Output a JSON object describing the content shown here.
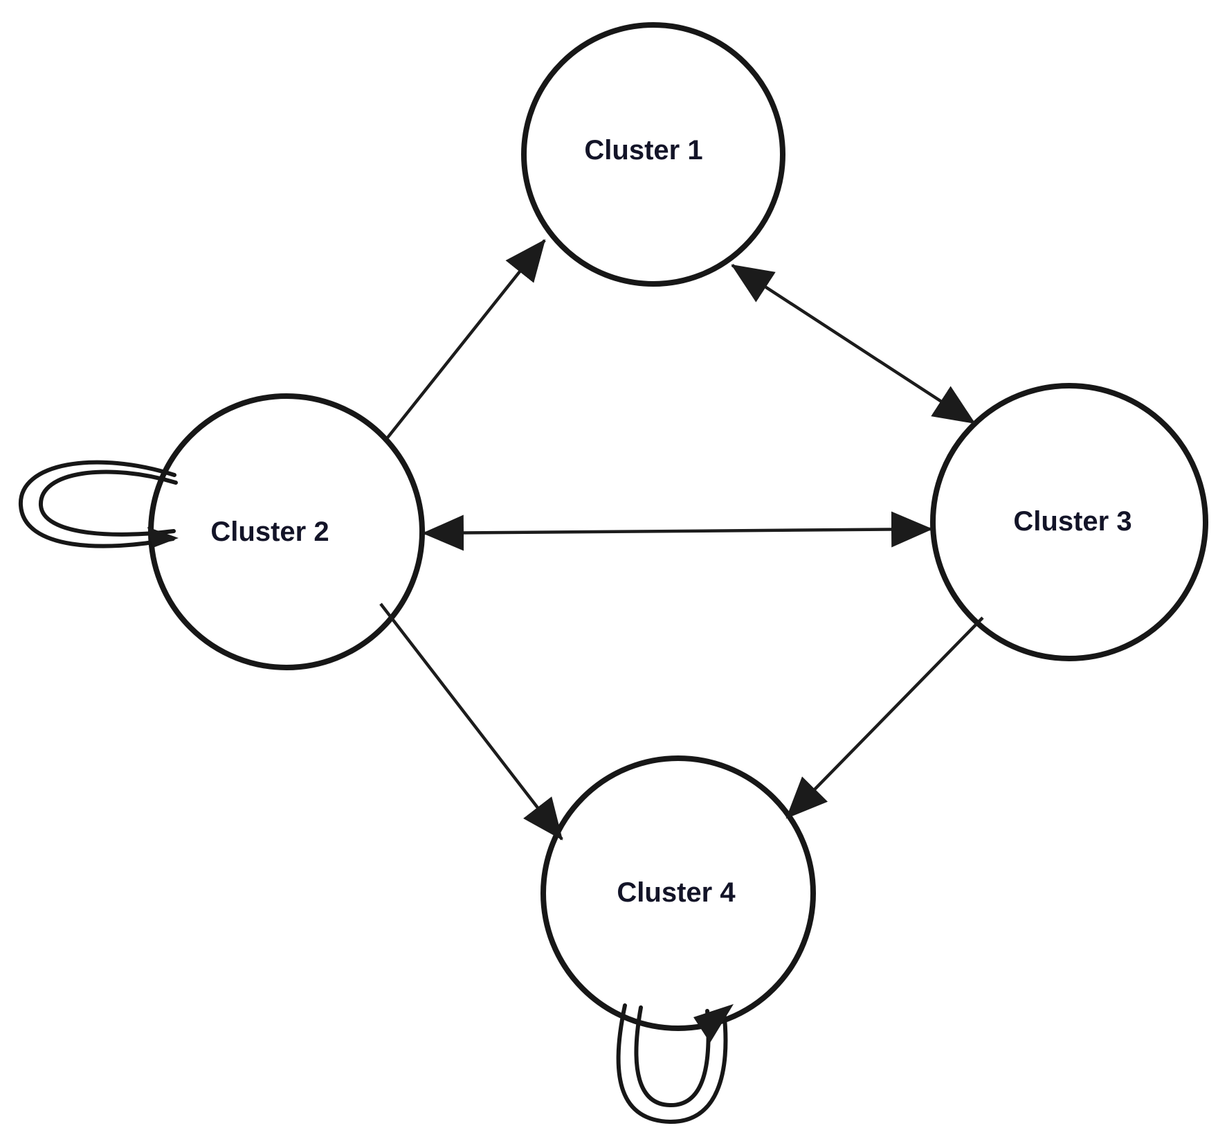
{
  "figure": {
    "type": "node-link-diagram",
    "background_color": "#ffffff",
    "node_fill_color": "#ffffff",
    "node_border_color": "#171717",
    "edge_color": "#1b1b1b",
    "label_color": "#131428",
    "nodes": [
      {
        "id": "cluster-1",
        "label": "Cluster 1",
        "position": "top-center"
      },
      {
        "id": "cluster-2",
        "label": "Cluster 2",
        "position": "middle-left"
      },
      {
        "id": "cluster-3",
        "label": "Cluster 3",
        "position": "middle-right"
      },
      {
        "id": "cluster-4",
        "label": "Cluster 4",
        "position": "bottom-center"
      }
    ],
    "edges": [
      {
        "from": "Cluster 2",
        "to": "Cluster 1",
        "type": "directed"
      },
      {
        "from": "Cluster 1",
        "to": "Cluster 3",
        "type": "bidirectional"
      },
      {
        "from": "Cluster 2",
        "to": "Cluster 3",
        "type": "bidirectional"
      },
      {
        "from": "Cluster 2",
        "to": "Cluster 4",
        "type": "directed"
      },
      {
        "from": "Cluster 3",
        "to": "Cluster 4",
        "type": "directed"
      },
      {
        "from": "Cluster 2",
        "to": "Cluster 2",
        "type": "self-loop",
        "loop_side": "left"
      },
      {
        "from": "Cluster 4",
        "to": "Cluster 4",
        "type": "self-loop",
        "loop_side": "bottom"
      }
    ]
  }
}
